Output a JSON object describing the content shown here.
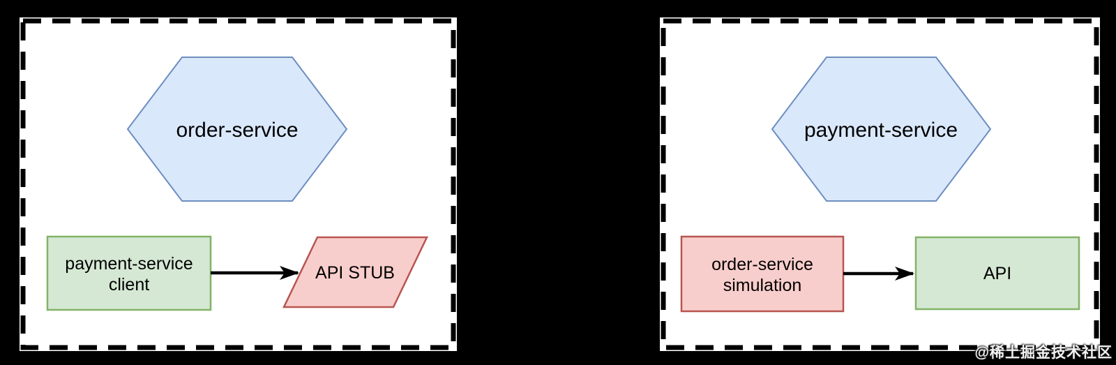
{
  "watermark": "@稀土掘金技术社区",
  "colors": {
    "page_background": "#000000",
    "panel_background": "#ffffff",
    "panel_border": "#000000",
    "service_hexagon_fill": "#dae8fc",
    "service_hexagon_stroke": "#6c8ebf",
    "green_shape_fill": "#d5e8d4",
    "green_shape_stroke": "#82b366",
    "red_shape_fill": "#f8cecc",
    "red_shape_stroke": "#b85450",
    "arrow": "#000000",
    "label_text": "#000000"
  },
  "left_diagram": {
    "service_hexagon_label": "order-service",
    "client_box_line1": "payment-service",
    "client_box_line2": "client",
    "stub_label": "API STUB"
  },
  "right_diagram": {
    "service_hexagon_label": "payment-service",
    "simulation_box_line1": "order-service",
    "simulation_box_line2": "simulation",
    "api_label": "API"
  }
}
